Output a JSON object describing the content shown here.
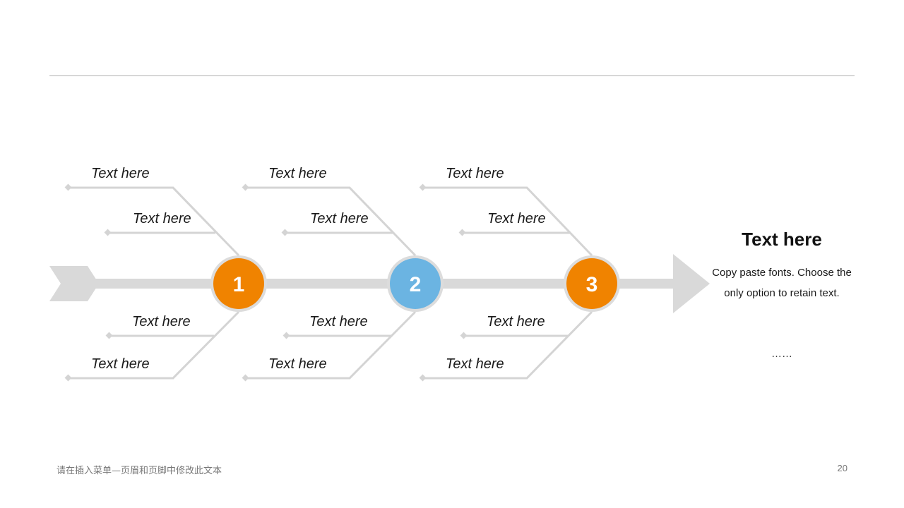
{
  "colors": {
    "spine": "#d9d9d9",
    "bone": "#d4d4d4",
    "node_orange": "#f08300",
    "node_blue": "#6bb4e2",
    "node_ring": "#dcdcdc"
  },
  "nodes": [
    {
      "number": "1",
      "color": "#f08300"
    },
    {
      "number": "2",
      "color": "#6bb4e2"
    },
    {
      "number": "3",
      "color": "#f08300"
    }
  ],
  "labels": {
    "n1_top_outer": "Text here",
    "n1_top_inner": "Text here",
    "n1_bottom_inner": "Text here",
    "n1_bottom_outer": "Text here",
    "n2_top_outer": "Text here",
    "n2_top_inner": "Text here",
    "n2_bottom_inner": "Text here",
    "n2_bottom_outer": "Text here",
    "n3_top_outer": "Text here",
    "n3_top_inner": "Text here",
    "n3_bottom_inner": "Text here",
    "n3_bottom_outer": "Text here"
  },
  "side": {
    "title": "Text here",
    "body": "Copy paste fonts. Choose the only option to retain text.",
    "ellipsis": "……"
  },
  "footer": {
    "text": "请在插入菜单—页眉和页脚中修改此文本",
    "page_number": "20"
  }
}
